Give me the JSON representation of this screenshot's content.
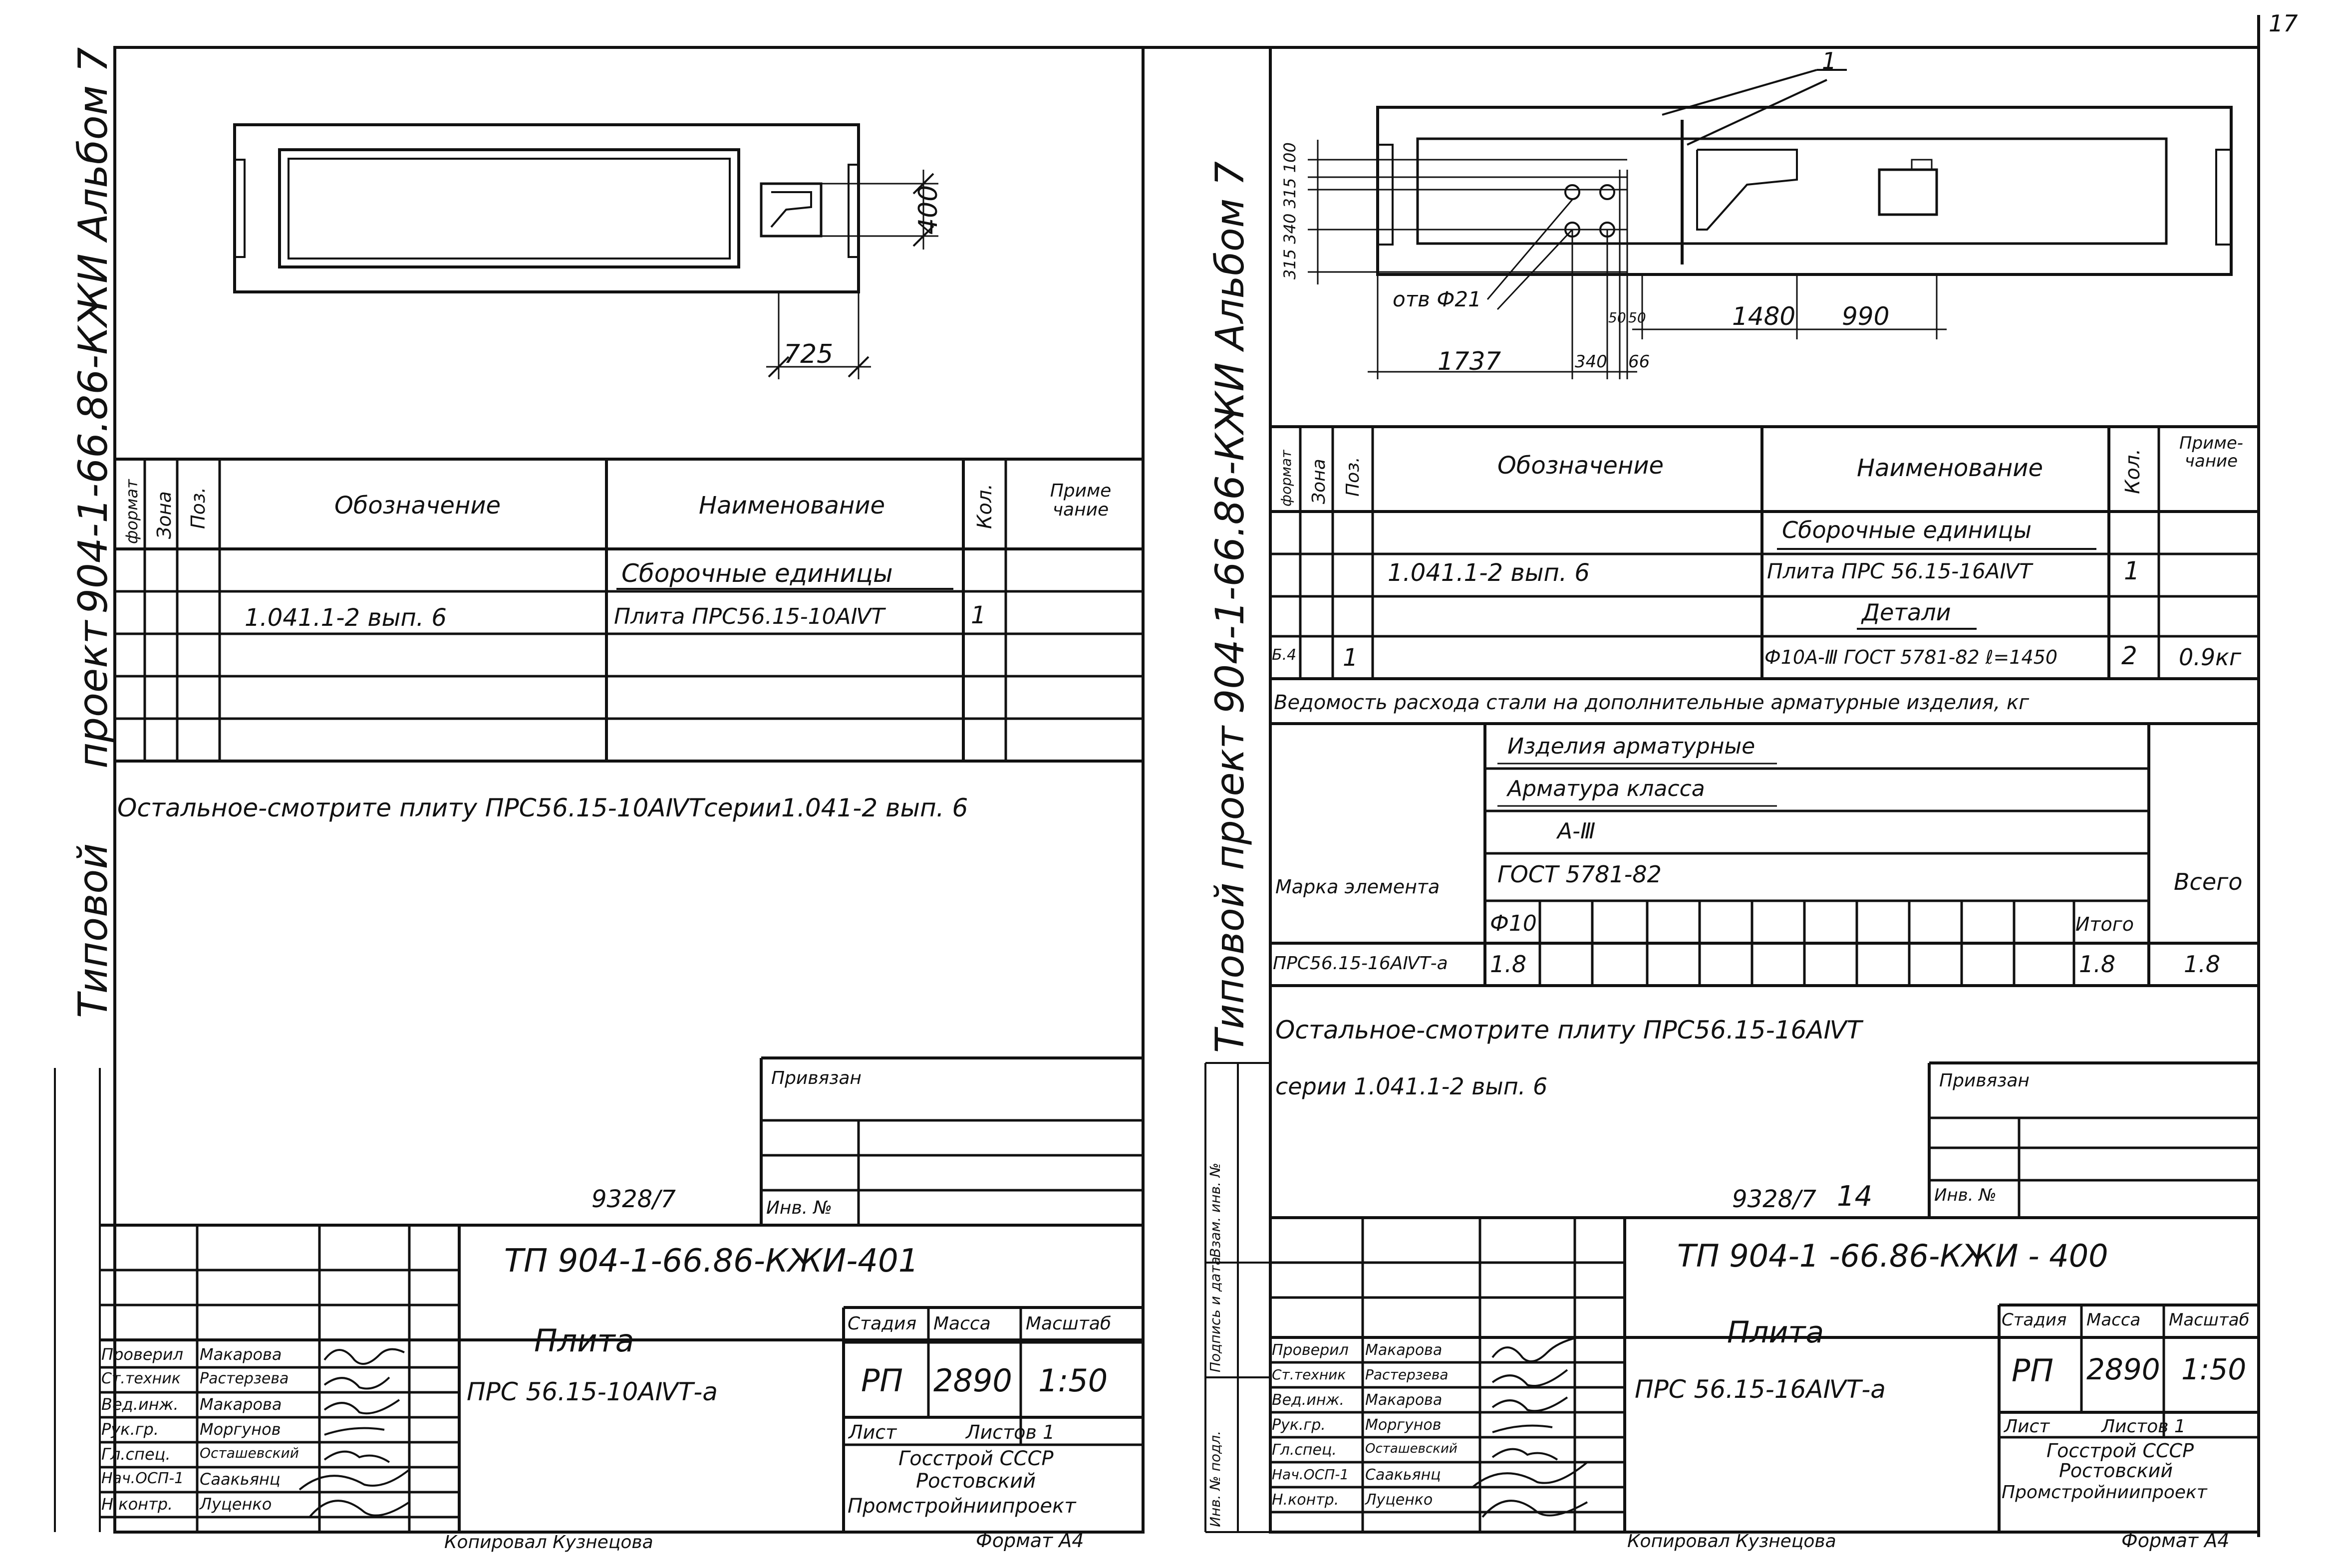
{
  "page_number": "17",
  "left": {
    "side_title": [
      "Типовой",
      "проект",
      "904-1-66.86-КЖИ Альбом 7"
    ],
    "dimensions": {
      "width": "725",
      "height": "400"
    },
    "spec": {
      "headers": {
        "format": "формат",
        "zone": "Зона",
        "pos": "Поз.",
        "designation": "Обозначение",
        "name": "Наименование",
        "qty": "Кол.",
        "note": "Приме чание"
      },
      "section": "Сборочные единицы",
      "rows": [
        {
          "designation": "1.041.1-2 вып. 6",
          "name": "Плита ПРС56.15-10АⅣТ",
          "qty": "1"
        }
      ]
    },
    "note": "Остальное-смотрите плиту ПРС56.15-10АⅣТсерии1.041-2 вып. 6",
    "tied_label": "Привязан",
    "inv_label": "Инв. №",
    "archive_no": "9328/7",
    "code": "ТП 904-1-66.86-КЖИ-401",
    "product_title": "Плита",
    "product_mark": "ПРС 56.15-10АⅣТ-а",
    "stage_header": "Стадия",
    "mass_header": "Масса",
    "scale_header": "Масштаб",
    "stage": "РП",
    "mass": "2890",
    "scale": "1:50",
    "sheet_label": "Лист",
    "sheets_label": "Листов 1",
    "org": [
      "Госстрой СССР",
      "Ростовский",
      "Промстройниипроект"
    ],
    "signatures": [
      {
        "role": "Проверил",
        "name": "Макарова"
      },
      {
        "role": "Ст.техник",
        "name": "Растерзева"
      },
      {
        "role": "Вед.инж.",
        "name": "Макарова"
      },
      {
        "role": "Рук.гр.",
        "name": "Моргунов"
      },
      {
        "role": "Гл.спец.",
        "name": "Осташевский"
      },
      {
        "role": "Нач.ОСП-1",
        "name": "Саакьянц"
      },
      {
        "role": "Н.контр.",
        "name": "Луценко"
      }
    ],
    "copied": "Копировал Кузнецова",
    "format": "Формат А4"
  },
  "right": {
    "side_title": "Типовой проект 904-1-66.86-КЖИ Альбом 7",
    "side_stamp": [
      "Инв. № подл.",
      "Подпись и дата",
      "Взам. инв. №"
    ],
    "dimensions": {
      "hole": "отв Ф21",
      "leader": "1",
      "d1737": "1737",
      "d340": "340",
      "d66": "66",
      "d50a": "50",
      "d50b": "50",
      "d1480": "1480",
      "d990": "990",
      "vertical": "315 340 315 100"
    },
    "spec": {
      "headers": {
        "format": "формат",
        "zone": "Зона",
        "pos": "Поз.",
        "designation": "Обозначение",
        "name": "Наименование",
        "qty": "Кол.",
        "note": "Приме- чание"
      },
      "section1": "Сборочные единицы",
      "row1": {
        "designation": "1.041.1-2 вып. 6",
        "name": "Плита ПРС 56.15-16АⅣТ",
        "qty": "1"
      },
      "section2": "Детали",
      "row2": {
        "format": "Б.4",
        "pos": "1",
        "name": "Ф10А-Ⅲ ГОСТ 5781-82 ℓ=1450",
        "qty": "2",
        "note": "0.9кг"
      }
    },
    "steel": {
      "title": "Ведомость расхода стали на дополнительные арматурные изделия, кг",
      "group": "Изделия арматурные",
      "class": "Арматура класса",
      "grade": "А-Ⅲ",
      "gost": "ГОСТ 5781-82",
      "mark_header": "Марка элемента",
      "diameter": "Ф10",
      "subtotal": "Итого",
      "total": "Всего",
      "row": {
        "mark": "ПРС56.15-16АⅣТ-а",
        "d10": "1.8",
        "subtotal": "1.8",
        "total": "1.8"
      }
    },
    "note1": "Остальное-смотрите плиту ПРС56.15-16АⅣТ",
    "note2": "серии 1.041.1-2 вып. 6",
    "tied_label": "Привязан",
    "inv_label": "Инв. №",
    "archive_no": "9328/7",
    "archive_sheet": "14",
    "code": "ТП 904-1 -66.86-КЖИ - 400",
    "product_title": "Плита",
    "product_mark": "ПРС 56.15-16АⅣТ-а",
    "stage_header": "Стадия",
    "mass_header": "Масса",
    "scale_header": "Масштаб",
    "stage": "РП",
    "mass": "2890",
    "scale": "1:50",
    "sheet_label": "Лист",
    "sheets_label": "Листов 1",
    "org": [
      "Госстрой СССР",
      "Ростовский",
      "Промстройниипроект"
    ],
    "signatures": [
      {
        "role": "Проверил",
        "name": "Макарова"
      },
      {
        "role": "Ст.техник",
        "name": "Растерзева"
      },
      {
        "role": "Вед.инж.",
        "name": "Макарова"
      },
      {
        "role": "Рук.гр.",
        "name": "Моргунов"
      },
      {
        "role": "Гл.спец.",
        "name": "Осташевский"
      },
      {
        "role": "Нач.ОСП-1",
        "name": "Саакьянц"
      },
      {
        "role": "Н.контр.",
        "name": "Луценко"
      }
    ],
    "copied": "Копировал Кузнецова",
    "format": "Формат А4"
  }
}
